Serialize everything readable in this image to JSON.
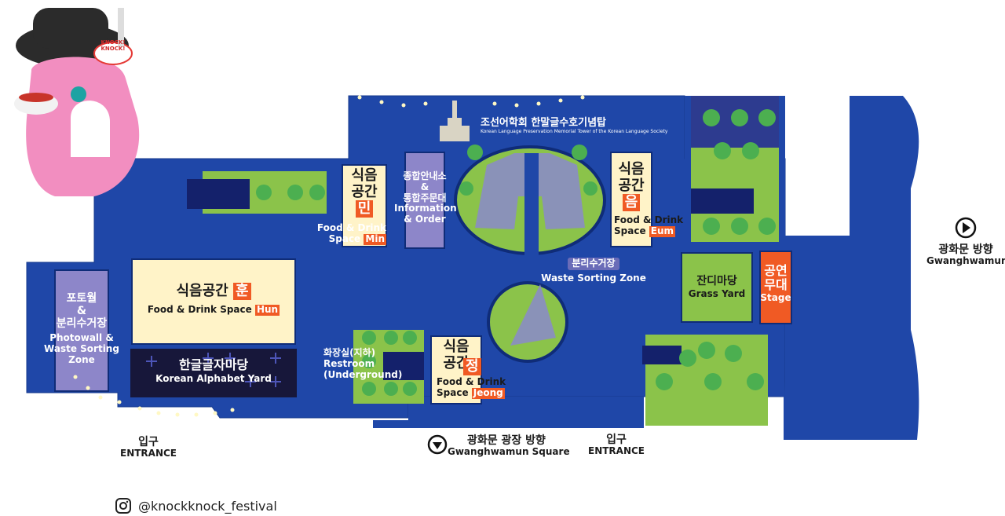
{
  "zones": {
    "min": {
      "ko": "식음\n공간",
      "tag": "민",
      "en1": "Food & Drink",
      "en2": "Space",
      "en_tag": "Min"
    },
    "eum": {
      "ko": "식음\n공간",
      "tag": "음",
      "en1": "Food & Drink",
      "en2": "Space",
      "en_tag": "Eum"
    },
    "hun": {
      "ko": "식음공간",
      "tag": "훈",
      "en1": "Food & Drink Space",
      "en_tag": "Hun"
    },
    "jeong": {
      "ko": "식음\n공간",
      "tag": "정",
      "en1": "Food & Drink",
      "en2": "Space",
      "en_tag": "Jeong"
    },
    "info": {
      "ko": "종합안내소\n&\n통합주문대",
      "en": "Information\n& Order"
    },
    "photowall": {
      "ko": "포토월\n&\n분리수거장",
      "en": "Photowall &\nWaste Sorting Zone"
    },
    "alphabet": {
      "ko": "한글글자마당",
      "en": "Korean Alphabet Yard"
    },
    "restroom": {
      "ko": "화장실(지하)",
      "en": "Restroom\n(Underground)"
    },
    "waste": {
      "ko": "분리수거장",
      "en": "Waste Sorting Zone"
    },
    "grass": {
      "ko": "잔디마당",
      "en": "Grass Yard"
    },
    "stage": {
      "ko": "공연\n무대",
      "en": "Stage"
    },
    "tower": {
      "ko": "조선어학회 한말글수호기념탑",
      "en": "Korean Language Preservation Memorial Tower of the Korean Language Society"
    }
  },
  "directions": {
    "gwanghwamun": {
      "ko": "광화문 방향",
      "en": "Gwanghwamun"
    },
    "square": {
      "ko": "광화문 광장 방향",
      "en": "Gwanghwamun Square"
    },
    "entrance_left": {
      "ko": "입구",
      "en": "ENTRANCE"
    },
    "entrance_right": {
      "ko": "입구",
      "en": "ENTRANCE"
    }
  },
  "mascot": {
    "speech": "KNOCK! KNOCK!"
  },
  "social": {
    "handle": "@knockknock_festival",
    "icon": "instagram-icon"
  },
  "colors": {
    "map_blue": "#1f47a8",
    "food": "#fff3c8",
    "grass": "#8bc34a",
    "stage": "#f05a24",
    "tag": "#f05a24",
    "info": "#8d86c9",
    "dark": "#17173a"
  }
}
